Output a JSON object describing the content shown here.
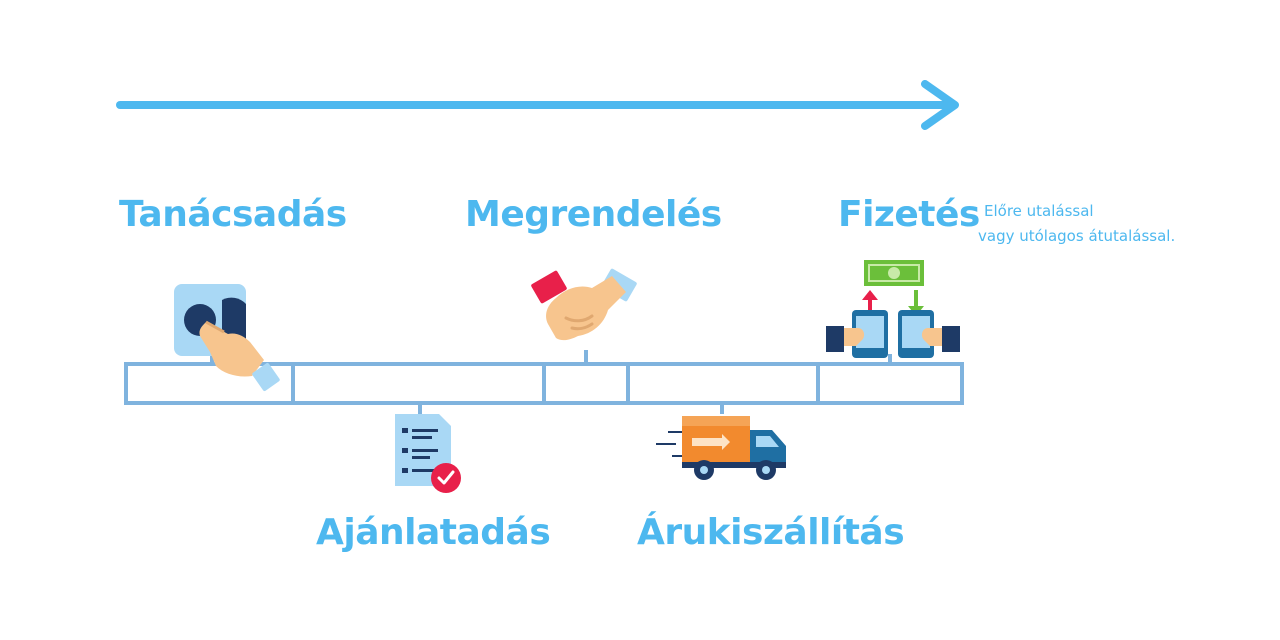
{
  "steps": [
    {
      "id": "tanacsadas",
      "label": "Tanácsadás",
      "icon": "touch-button-icon"
    },
    {
      "id": "ajanlatadas",
      "label": "Ajánlatadás",
      "icon": "checklist-document-icon"
    },
    {
      "id": "megrendeles",
      "label": "Megrendelés",
      "icon": "handshake-icon"
    },
    {
      "id": "arukiszallitas",
      "label": "Árukiszállítás",
      "icon": "delivery-truck-icon"
    },
    {
      "id": "fizetes",
      "label": "Fizetés",
      "icon": "money-transfer-icon"
    }
  ],
  "payment_note": {
    "line1": "Előre utalással",
    "line2": "vagy utólagos átutalással."
  },
  "colors": {
    "accent": "#4db8ef",
    "timeline": "#7fb3de",
    "navy": "#1e3a66",
    "red": "#e8204a",
    "orange": "#f28a2e",
    "truck_blue": "#1f6fa3",
    "money_green": "#6bbf3a"
  }
}
